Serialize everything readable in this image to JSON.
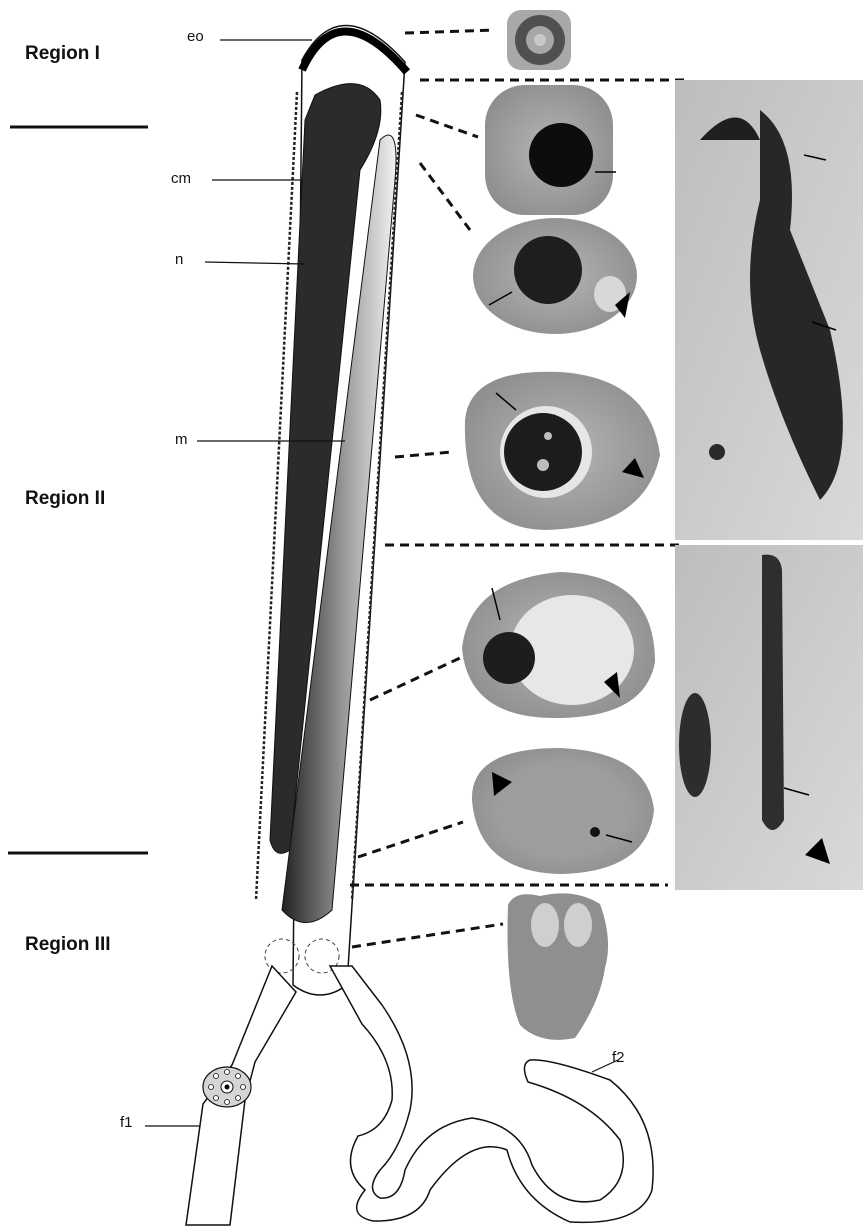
{
  "regions": {
    "region_1": "Region I",
    "region_2": "Region II",
    "region_3": "Region III"
  },
  "part_labels": {
    "eo": "eo",
    "cm": "cm",
    "n": "n",
    "m": "m",
    "f1": "f1",
    "f2": "f2"
  },
  "colors": {
    "nucleus": "#2b2b2b",
    "section_tissue": "#a9a9a9",
    "micrograph_bg": "#c8c8c8",
    "outline": "#111111"
  }
}
